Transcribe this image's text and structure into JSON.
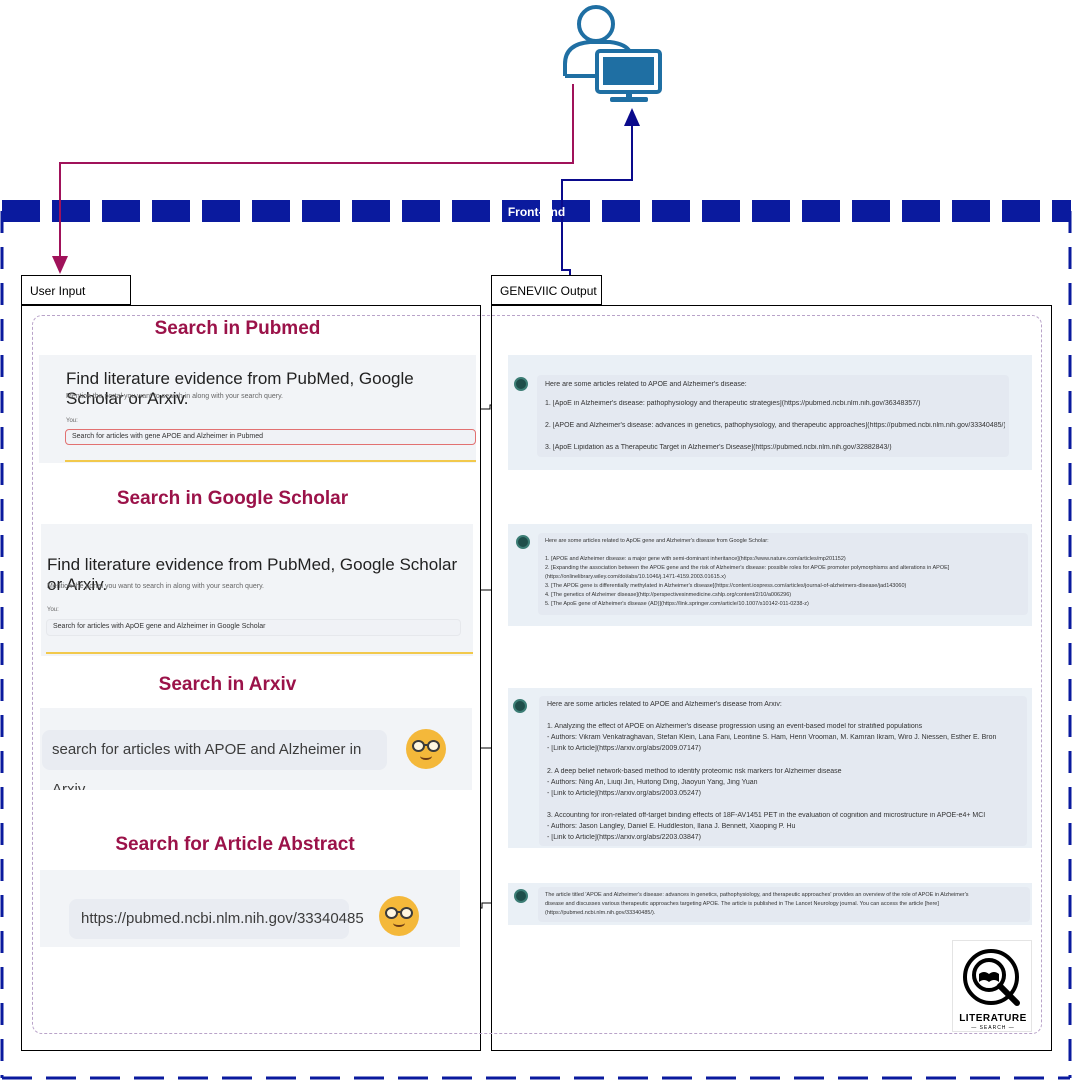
{
  "frontend": {
    "title": "Front-End"
  },
  "panels": {
    "input_tab": "User Input",
    "output_tab": "GENEVIIC Output"
  },
  "input": {
    "pubmed": {
      "title": "Search in Pubmed",
      "heading": "Find literature evidence from PubMed, Google Scholar or Arxiv.",
      "subtitle": "Mention the portal you want to search in along with your search query.",
      "you": "You:",
      "query": "Search for articles with gene APOE and Alzheimer in Pubmed"
    },
    "scholar": {
      "title": "Search in Google Scholar",
      "heading": "Find literature evidence from PubMed, Google Scholar or Arxiv.",
      "subtitle": "Mention the portal you want to search in along with your search query.",
      "you": "You:",
      "query": "Search for articles with ApOE gene and Alzheimer in Google Scholar"
    },
    "arxiv": {
      "title": "Search in Arxiv",
      "query": "search for articles with APOE and Alzheimer in Arxiv"
    },
    "abstract": {
      "title": "Search for Article Abstract",
      "query": "https://pubmed.ncbi.nlm.nih.gov/33340485"
    }
  },
  "output": {
    "pubmed": {
      "lines": [
        "Here are some articles related to APOE and Alzheimer's disease:",
        "1. [ApoE in Alzheimer's disease: pathophysiology and therapeutic strategies](https://pubmed.ncbi.nlm.nih.gov/36348357/)",
        "2. [APOE and Alzheimer's disease: advances in genetics, pathophysiology, and therapeutic approaches](https://pubmed.ncbi.nlm.nih.gov/33340485/)",
        "3. [ApoE Lipidation as a Therapeutic Target in Alzheimer's Disease](https://pubmed.ncbi.nlm.nih.gov/32882843/)"
      ]
    },
    "scholar": {
      "lines": [
        "Here are some articles related to ApOE gene and Alzheimer's disease from Google Scholar:",
        "1. [APOE and Alzheimer disease: a major gene with semi-dominant inheritance](https://www.nature.com/articles/mp201152)",
        "2. [Expanding the association between the APOE gene and the risk of Alzheimer's disease: possible roles for APOE promoter polymorphisms and alterations in APOE]",
        "(https://onlinelibrary.wiley.com/doi/abs/10.1046/j.1471-4159.2003.01615.x)",
        "3. [The APOE gene is differentially methylated in Alzheimer's disease](https://content.iospress.com/articles/journal-of-alzheimers-disease/jad143060)",
        "4. [The genetics of Alzheimer disease](http://perspectivesinmedicine.cshlp.org/content/2/10/a006296)",
        "5. [The ApoE gene of Alzheimer's disease (AD)](https://link.springer.com/article/10.1007/s10142-011-0238-z)"
      ]
    },
    "arxiv": {
      "lines": [
        "Here are some articles related to APOE and Alzheimer's disease from Arxiv:",
        "1. Analyzing the effect of APOE on Alzheimer's disease progression using an event-based model for stratified populations",
        "- Authors: Vikram Venkatraghavan, Stefan Klein, Lana Fani, Leontine S. Ham, Henri Vrooman, M. Kamran Ikram, Wiro J. Niessen, Esther E. Bron",
        "- [Link to Article](https://arxiv.org/abs/2009.07147)",
        "2. A deep belief network-based method to identify proteomic risk markers for Alzheimer disease",
        "- Authors: Ning An, Liuqi Jin, Huitong Ding, Jiaoyun Yang, Jing Yuan",
        "- [Link to Article](https://arxiv.org/abs/2003.05247)",
        "3. Accounting for iron-related off-target binding effects of 18F-AV1451 PET in the evaluation of cognition and microstructure in APOE-e4+ MCI",
        "- Authors: Jason Langley, Daniel E. Huddleston, Ilana J. Bennett, Xiaoping P. Hu",
        "- [Link to Article](https://arxiv.org/abs/2203.03847)"
      ]
    },
    "abstract": {
      "lines": [
        "The article titled 'APOE and Alzheimer's disease: advances in genetics, pathophysiology, and therapeutic approaches' provides an overview of the role of APOE in Alzheimer's",
        "disease and discusses various therapeutic approaches targeting APOE. The article is published in The Lancet Neurology journal. You can access the article [here]",
        "(https://pubmed.ncbi.nlm.nih.gov/33340485/)."
      ]
    }
  },
  "logo": {
    "name": "LITERATURE",
    "sub": "— SEARCH —"
  },
  "colors": {
    "input_wire": "#a0125a",
    "output_wire": "#0a0a8c",
    "frontend_border": "#0a1a9e",
    "section_title": "#9b1249",
    "user_icon": "#1f6fa3"
  }
}
